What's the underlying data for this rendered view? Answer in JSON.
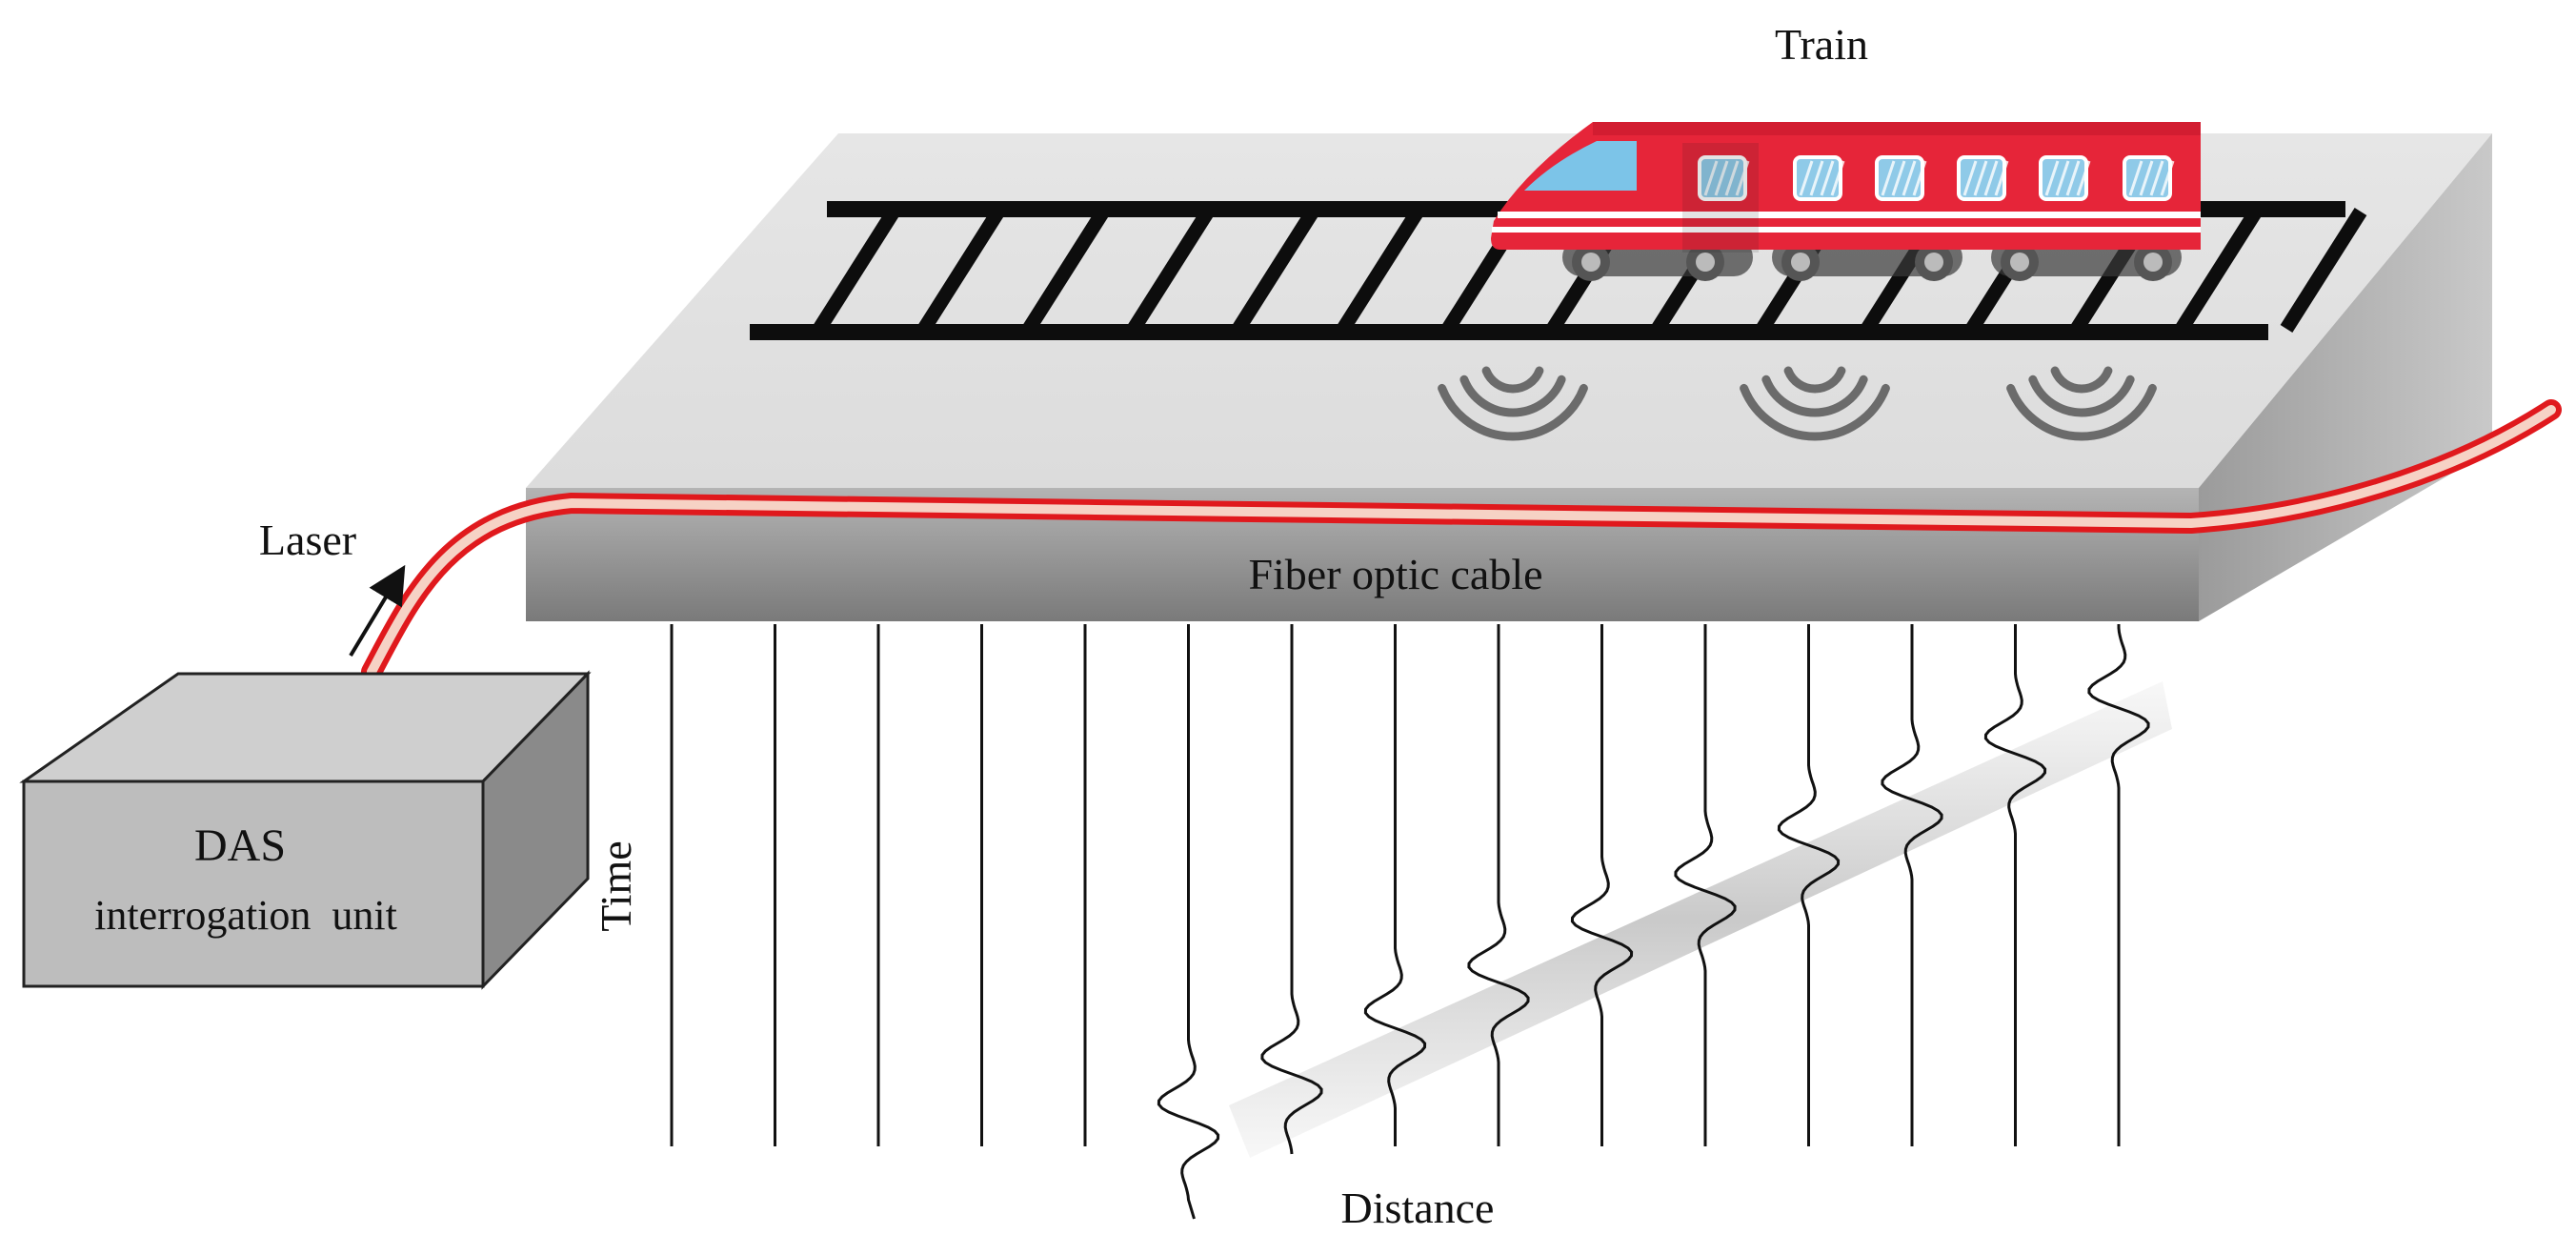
{
  "labels": {
    "train": "Train",
    "laser": "Laser",
    "fiber_cable": "Fiber optic cable",
    "das_line1": "DAS",
    "das_line2": "interrogation  unit",
    "time_axis": "Time",
    "distance_axis": "Distance"
  },
  "traces": {
    "count": 15,
    "perturbed_from_index": 5
  },
  "vibration_sources": 3,
  "colors": {
    "platform_top": "#e3e3e3",
    "platform_front": "#8f8f8f",
    "fiber_red": "#e0191d",
    "fiber_core": "#f6d2c5",
    "train_red": "#e62539",
    "train_window": "#8fcae8",
    "train_windshield": "#7cc4e8",
    "das_box": "#bdbdbd",
    "trace": "#111111"
  }
}
